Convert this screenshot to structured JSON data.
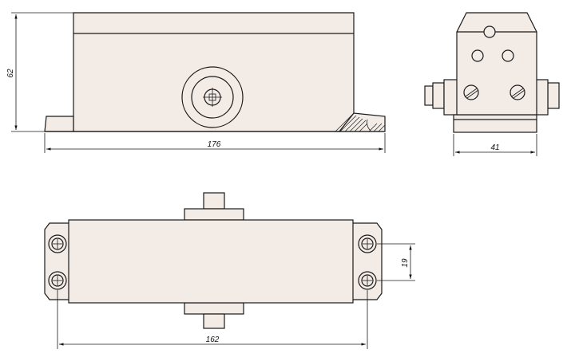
{
  "drawing": {
    "dimensions": {
      "height": "62",
      "length": "176",
      "width": "41",
      "hole_spacing": "19",
      "mount_length": "162"
    }
  }
}
